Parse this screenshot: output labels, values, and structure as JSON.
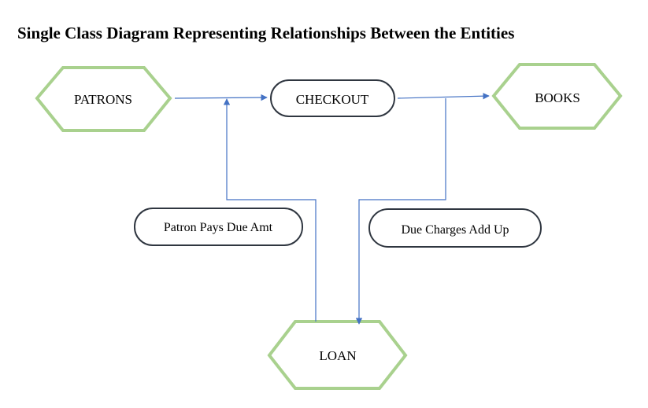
{
  "title": "Single Class Diagram Representing Relationships Between the Entities",
  "colors": {
    "entity_border": "#a9d18e",
    "relationship_border": "#2f3640",
    "connector": "#4472c4"
  },
  "entities": {
    "patrons": "PATRONS",
    "books": "BOOKS",
    "loan": "LOAN"
  },
  "relationships": {
    "checkout": "CHECKOUT",
    "patron_pays": "Patron Pays Due Amt",
    "due_charges": "Due Charges Add Up"
  }
}
